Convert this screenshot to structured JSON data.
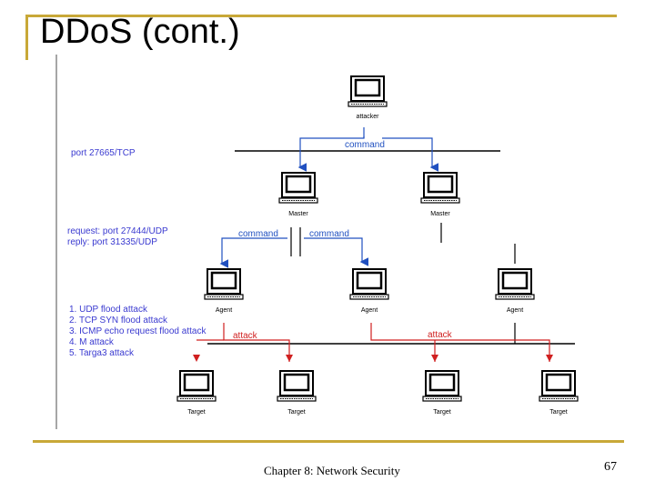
{
  "slide": {
    "title": "DDoS (cont.)",
    "footer": "Chapter 8: Network Security",
    "page_number": "67"
  },
  "colors": {
    "accent_gold": "#c8a838",
    "label_blue": "#3a3ad0",
    "attack_red": "#d02020",
    "command_blue": "#2050c0"
  },
  "diagram": {
    "port_attacker_label": "port 27665/TCP",
    "request_label": "request: port 27444/UDP",
    "reply_label": "reply: port 31335/UDP",
    "attack_types": [
      "1. UDP flood attack",
      "2. TCP SYN flood attack",
      "3. ICMP echo request flood attack",
      "4. M attack",
      "5. Targa3 attack"
    ],
    "command_top": "command",
    "command_left": "command",
    "command_right": "command",
    "attack_left": "attack",
    "attack_right": "attack",
    "nodes": {
      "attacker": "attacker",
      "master_1": "Master",
      "master_2": "Master",
      "agent_1": "Agent",
      "agent_2": "Agent",
      "agent_3": "Agent",
      "target_1": "Target",
      "target_2": "Target",
      "target_3": "Target",
      "target_4": "Target"
    }
  }
}
